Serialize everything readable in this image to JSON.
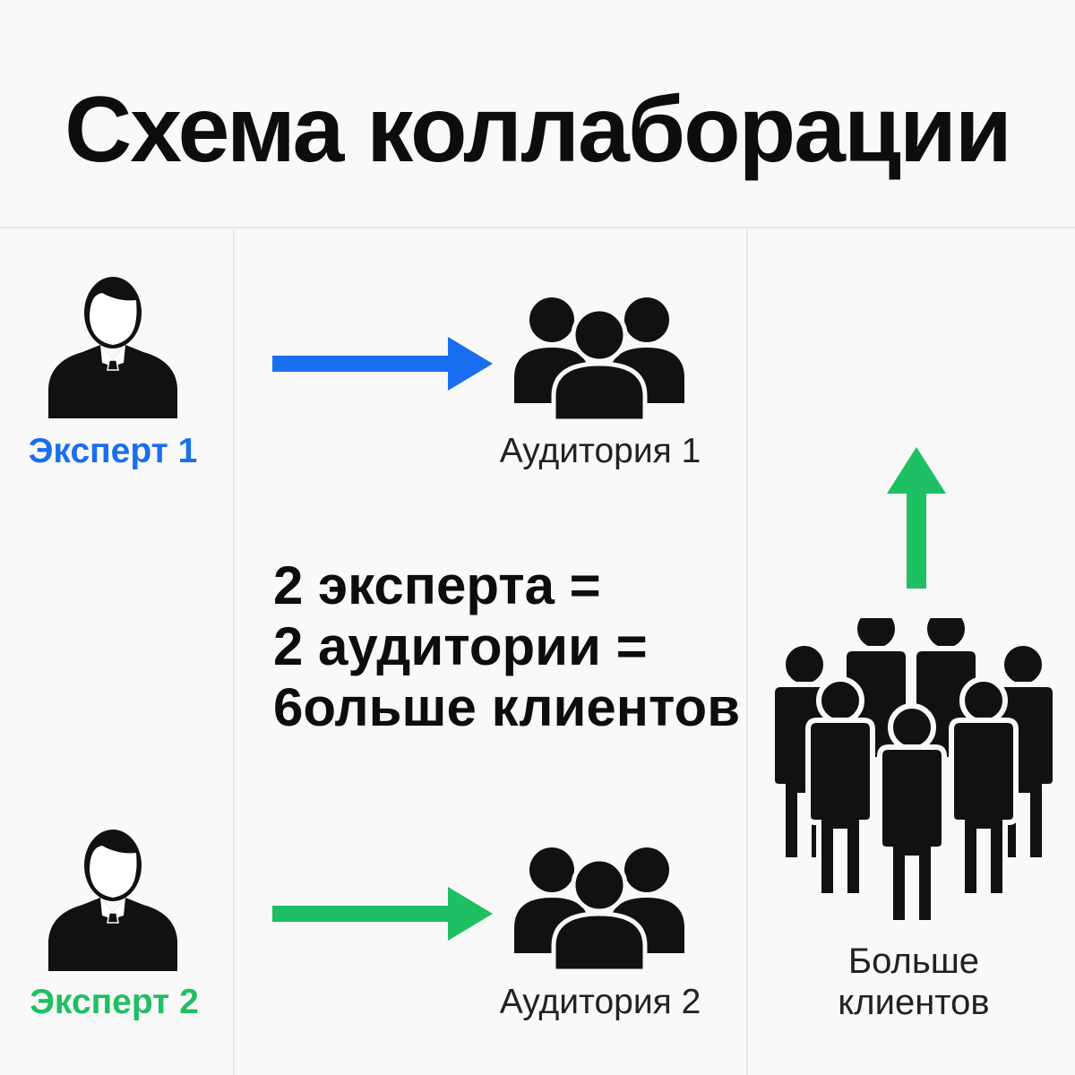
{
  "title": "Схема коллаборации",
  "experts": [
    {
      "label": "Эксперт 1",
      "color": "#1a6ef0",
      "icon": "businessman-icon"
    },
    {
      "label": "Эксперт 2",
      "color": "#1fbf63",
      "icon": "businessman-icon"
    }
  ],
  "audiences": [
    {
      "label": "Аудитория 1",
      "icon": "group-icon"
    },
    {
      "label": "Аудитория 2",
      "icon": "group-icon"
    }
  ],
  "arrows": {
    "blue": "#1a6ef0",
    "green": "#1fbf63"
  },
  "equation": {
    "line1": "2 эксперта =",
    "line2": "2 аудитории =",
    "line3": "6ольше клиентов"
  },
  "result": {
    "label_line1": "Больше",
    "label_line2": "клиентов",
    "icon": "crowd-icon"
  }
}
